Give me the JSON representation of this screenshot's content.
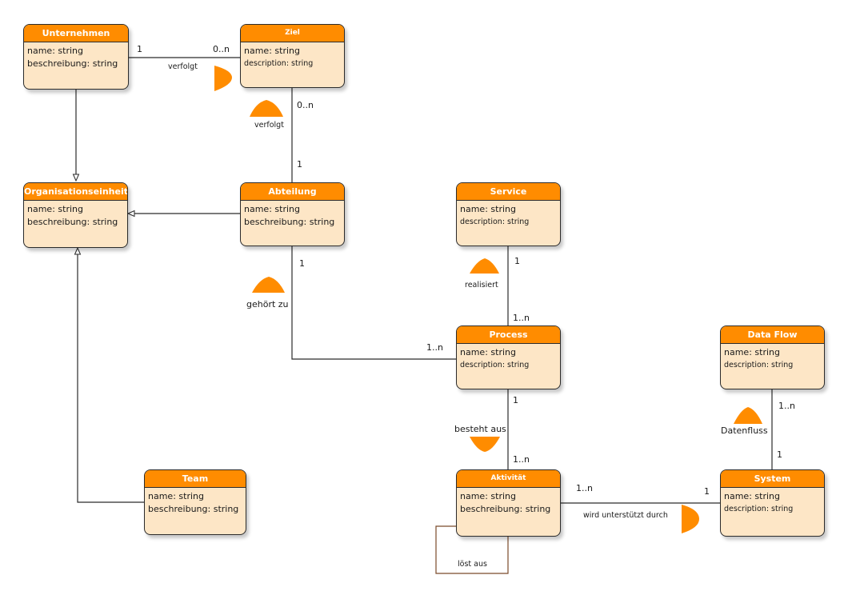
{
  "colors": {
    "header": "#ff8c00",
    "body": "#fde6c6",
    "stroke": "#2b2b2b",
    "arrow_orange": "#ff8c00",
    "self_loop": "#7a4a2a"
  },
  "classes": {
    "unternehmen": {
      "name": "Unternehmen",
      "attrs": [
        "name: string",
        "beschreibung: string"
      ]
    },
    "ziel": {
      "name": "Ziel",
      "attrs": [
        "name: string",
        "description: string"
      ]
    },
    "organisationseinheit": {
      "name": "Organisationseinheit",
      "attrs": [
        "name: string",
        "beschreibung: string"
      ]
    },
    "abteilung": {
      "name": "Abteilung",
      "attrs": [
        "name: string",
        "beschreibung: string"
      ]
    },
    "service": {
      "name": "Service",
      "attrs": [
        "name: string",
        "description: string"
      ]
    },
    "process": {
      "name": "Process",
      "attrs": [
        "name: string",
        "description: string"
      ]
    },
    "data_flow": {
      "name": "Data Flow",
      "attrs": [
        "name: string",
        "description: string"
      ]
    },
    "team": {
      "name": "Team",
      "attrs": [
        "name: string",
        "beschreibung: string"
      ]
    },
    "aktivitaet": {
      "name": "Aktivität",
      "attrs": [
        "name: string",
        "beschreibung: string"
      ]
    },
    "system": {
      "name": "System",
      "attrs": [
        "name: string",
        "description: string"
      ]
    }
  },
  "associations": {
    "unternehmen_ziel": {
      "label": "verfolgt",
      "mult_source": "1",
      "mult_target": "0..n",
      "direction_icon": "triangle-right"
    },
    "abteilung_ziel": {
      "label": "verfolgt",
      "mult_source": "1",
      "mult_target": "0..n",
      "direction_icon": "triangle-up"
    },
    "abteilung_process": {
      "label": "gehört zu",
      "mult_source": "1",
      "mult_target": "1..n",
      "direction_icon": "triangle-up"
    },
    "service_process": {
      "label": "realisiert",
      "mult_source": "1",
      "mult_target": "1..n",
      "direction_icon": "triangle-up"
    },
    "process_aktivitaet": {
      "label": "besteht aus",
      "mult_source": "1",
      "mult_target": "1..n",
      "direction_icon": "triangle-down"
    },
    "aktivitaet_system": {
      "label": "wird unterstützt durch",
      "mult_source": "1..n",
      "mult_target": "1",
      "direction_icon": "triangle-right"
    },
    "dataflow_system": {
      "label": "Datenfluss",
      "mult_source": "1..n",
      "mult_target": "1",
      "direction_icon": "triangle-up"
    },
    "aktivitaet_self": {
      "label": "löst aus"
    }
  },
  "generalizations": [
    {
      "from": "Unternehmen",
      "to": "Organisationseinheit"
    },
    {
      "from": "Abteilung",
      "to": "Organisationseinheit"
    },
    {
      "from": "Team",
      "to": "Organisationseinheit"
    }
  ]
}
